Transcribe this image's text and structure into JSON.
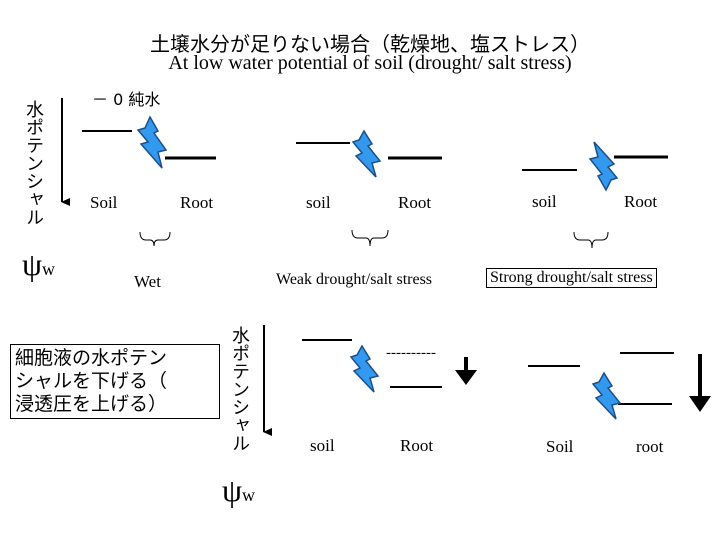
{
  "title_jp": "土壌水分が足りない場合（乾燥地、塩ストレス）",
  "title_en": "At low water potential of soil (drought/ salt stress)",
  "axis_label": "水ポテンシャル",
  "psi_symbol": "ψ",
  "psi_subscript": "w",
  "zero_label": "－ 0 純水",
  "top_panels": [
    {
      "soil": "Soil",
      "root": "Root",
      "condition": "Wet"
    },
    {
      "soil": "soil",
      "root": "Root",
      "condition": "Weak drought/salt stress"
    },
    {
      "soil": "soil",
      "root": "Root",
      "condition": "Strong drought/salt  stress"
    }
  ],
  "cell_note": [
    "細胞液の水ポテン",
    "シャルを下げる（",
    "浸透圧を上げる）"
  ],
  "bottom_panels": [
    {
      "soil": "soil",
      "root": "Root",
      "dashed": "----------"
    },
    {
      "soil": "Soil",
      "root": "root"
    }
  ],
  "colors": {
    "arrow_fill": "#3399ee",
    "arrow_stroke": "#1b4f8a"
  }
}
